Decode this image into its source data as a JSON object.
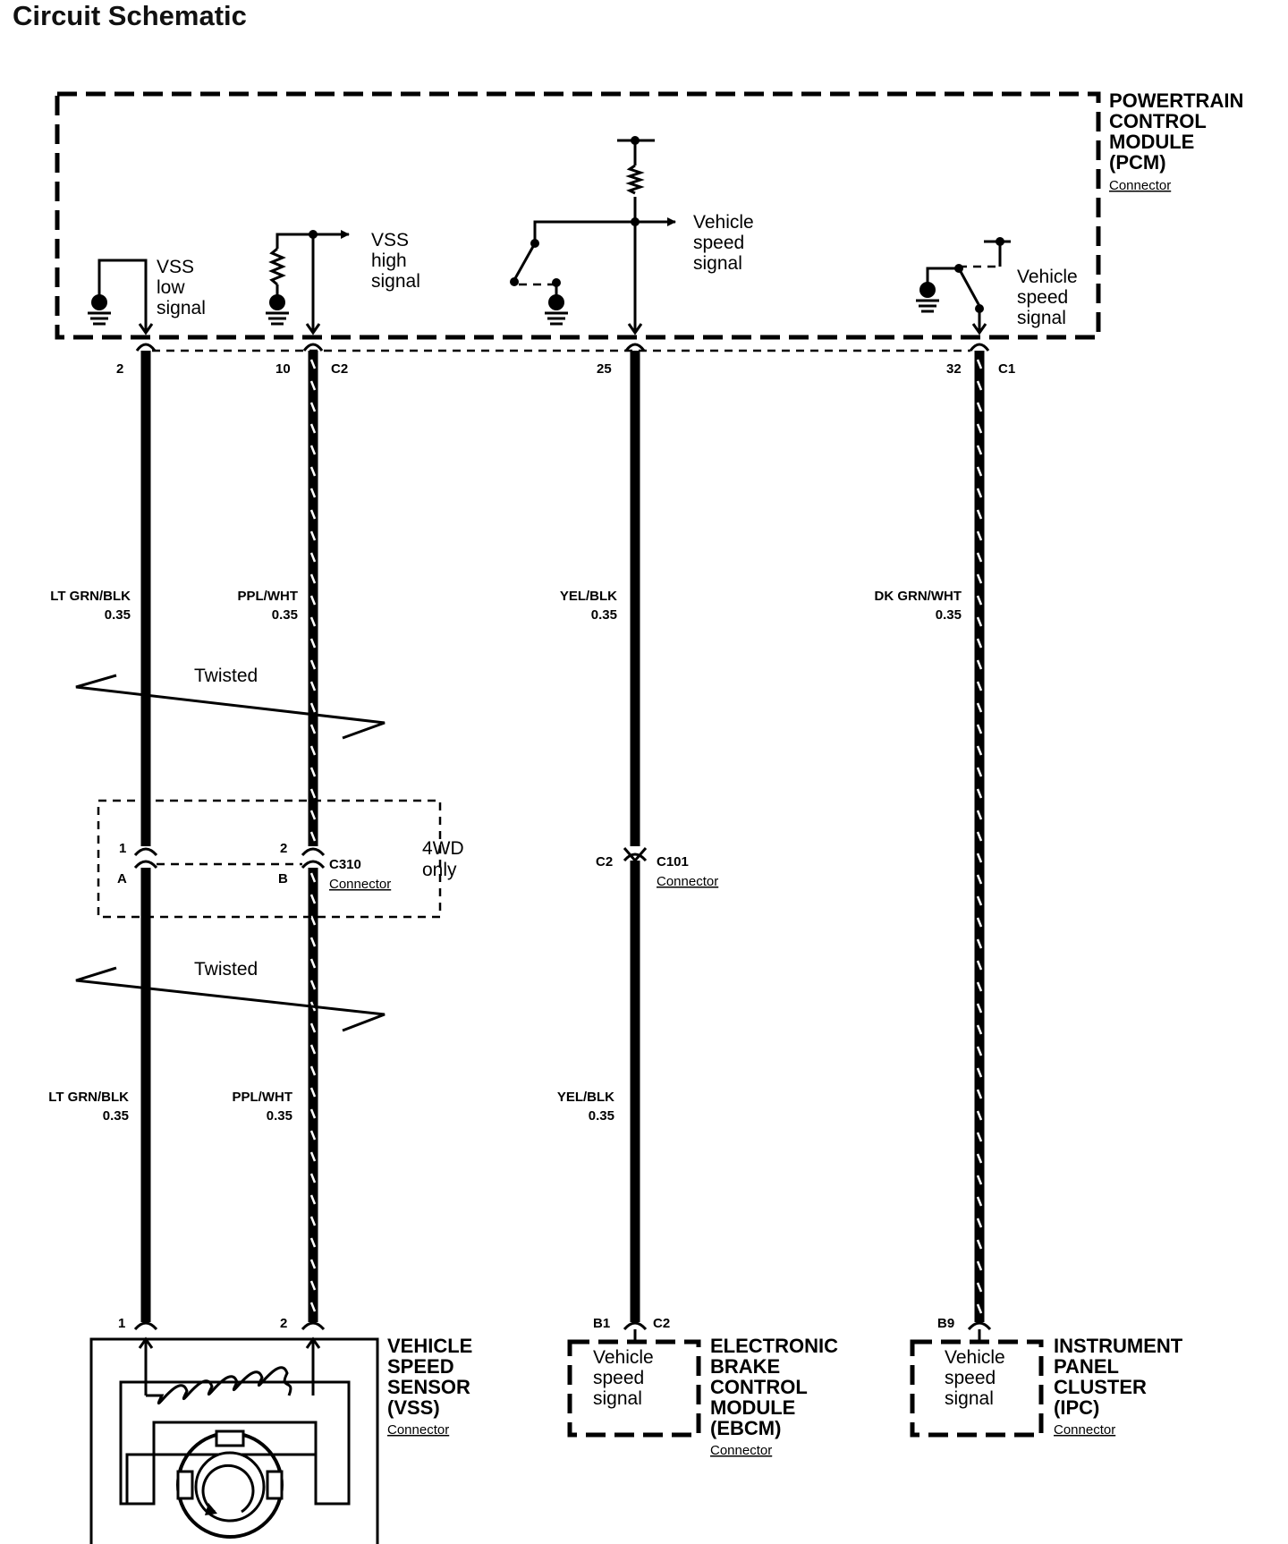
{
  "title": "Circuit Schematic",
  "pcm": {
    "line1": "POWERTRAIN",
    "line2": "CONTROL",
    "line3": "MODULE",
    "line4": "(PCM)",
    "connector": "Connector"
  },
  "pcm_signals": {
    "vss_low": [
      "VSS",
      "low",
      "signal"
    ],
    "vss_high": [
      "VSS",
      "high",
      "signal"
    ],
    "vehicle_speed_1": [
      "Vehicle",
      "speed",
      "signal"
    ],
    "vehicle_speed_2": [
      "Vehicle",
      "speed",
      "signal"
    ]
  },
  "pins": {
    "p2": "2",
    "p10": "10",
    "c2_top": "C2",
    "p25": "25",
    "p32": "32",
    "c1_top": "C1",
    "c310_1": "1",
    "c310_2": "2",
    "c310_a": "A",
    "c310_b": "B",
    "c101_c2": "C2",
    "vss_1": "1",
    "vss_2": "2",
    "ebcm_b1": "B1",
    "ebcm_c2": "C2",
    "ipc_b9": "B9"
  },
  "wires": {
    "w1_upper": {
      "color": "LT GRN/BLK",
      "size": "0.35"
    },
    "w2_upper": {
      "color": "PPL/WHT",
      "size": "0.35"
    },
    "w3_upper": {
      "color": "YEL/BLK",
      "size": "0.35"
    },
    "w4_upper": {
      "color": "DK GRN/WHT",
      "size": "0.35"
    },
    "w1_lower": {
      "color": "LT GRN/BLK",
      "size": "0.35"
    },
    "w2_lower": {
      "color": "PPL/WHT",
      "size": "0.35"
    },
    "w3_lower": {
      "color": "YEL/BLK",
      "size": "0.35"
    }
  },
  "twisted": {
    "upper": "Twisted",
    "lower": "Twisted"
  },
  "c310": {
    "name": "C310",
    "connector": "Connector",
    "note1": "4WD",
    "note2": "only"
  },
  "c101": {
    "name": "C101",
    "connector": "Connector"
  },
  "vss_module": {
    "line1": "VEHICLE",
    "line2": "SPEED",
    "line3": "SENSOR",
    "line4": "(VSS)",
    "connector": "Connector"
  },
  "ebcm": {
    "line1": "ELECTRONIC",
    "line2": "BRAKE",
    "line3": "CONTROL",
    "line4": "MODULE",
    "line5": "(EBCM)",
    "connector": "Connector",
    "signal": [
      "Vehicle",
      "speed",
      "signal"
    ]
  },
  "ipc": {
    "line1": "INSTRUMENT",
    "line2": "PANEL",
    "line3": "CLUSTER",
    "line4": "(IPC)",
    "connector": "Connector",
    "signal": [
      "Vehicle",
      "speed",
      "signal"
    ]
  }
}
